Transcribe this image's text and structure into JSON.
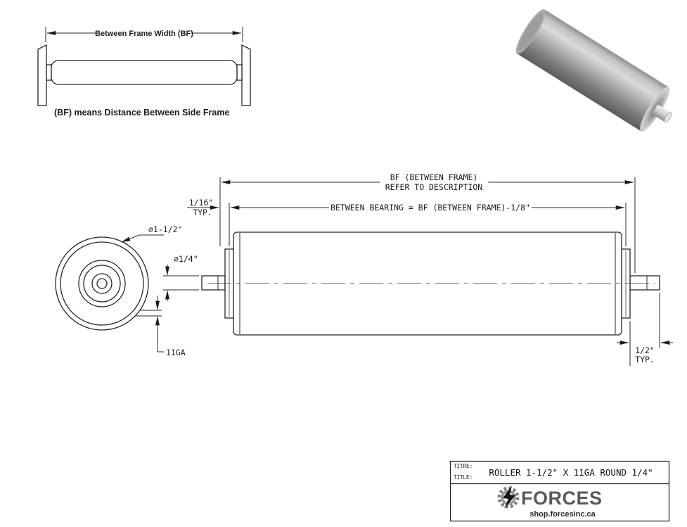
{
  "frame_diagram": {
    "dim_label": "Between Frame Width (BF)",
    "caption": "(BF) means Distance Between Side Frame"
  },
  "dims": {
    "bf_line1": "BF (BETWEEN FRAME)",
    "bf_line2": "REFER TO DESCRIPTION",
    "between_bearing": "BETWEEN BEARING = BF (BETWEEN FRAME)-1/8\"",
    "sixteenth": "1/16\"",
    "typ_left": "TYP.",
    "roller_dia": "⌀1-1/2\"",
    "shaft_dia": "⌀1/4\"",
    "gauge": "11GA",
    "half": "1/2\"",
    "typ_right": "TYP."
  },
  "title_block": {
    "titre_label": "TITRE:",
    "title_label": "TITLE:",
    "title": "ROLLER 1-1/2\" X 11GA ROUND 1/4\"",
    "brand": "FORCES",
    "website": "shop.forcesinc.ca"
  }
}
